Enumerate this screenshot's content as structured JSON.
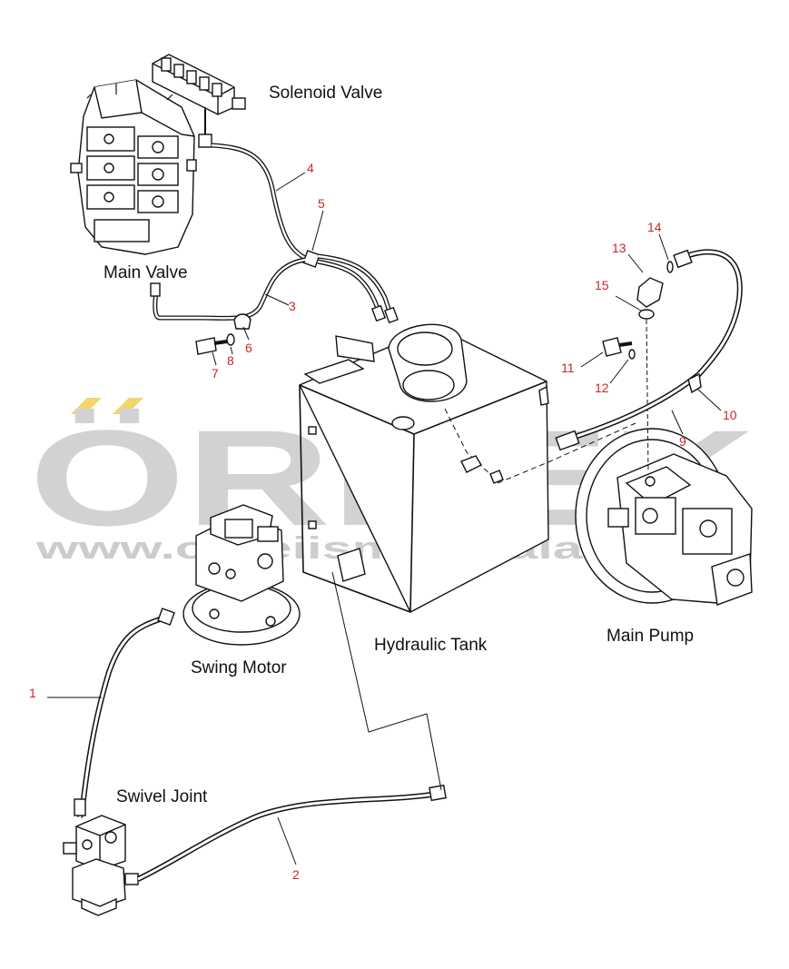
{
  "watermark": {
    "brand": "ÖRNEK",
    "url": "www.orneiismakinalari.com"
  },
  "components": {
    "solenoid_valve": "Solenoid Valve",
    "main_valve": "Main Valve",
    "hydraulic_tank": "Hydraulic Tank",
    "main_pump": "Main Pump",
    "swing_motor": "Swing Motor",
    "swivel_joint": "Swivel Joint"
  },
  "callouts": {
    "c1": "1",
    "c2": "2",
    "c3": "3",
    "c4": "4",
    "c5": "5",
    "c6": "6",
    "c7": "7",
    "c8": "8",
    "c9": "9",
    "c10": "10",
    "c11": "11",
    "c12": "12",
    "c13": "13",
    "c14": "14",
    "c15": "15"
  },
  "colors": {
    "callout": "#c8262c",
    "watermark_gray": "#d2d2d2",
    "watermark_accent": "#f2d66a"
  }
}
